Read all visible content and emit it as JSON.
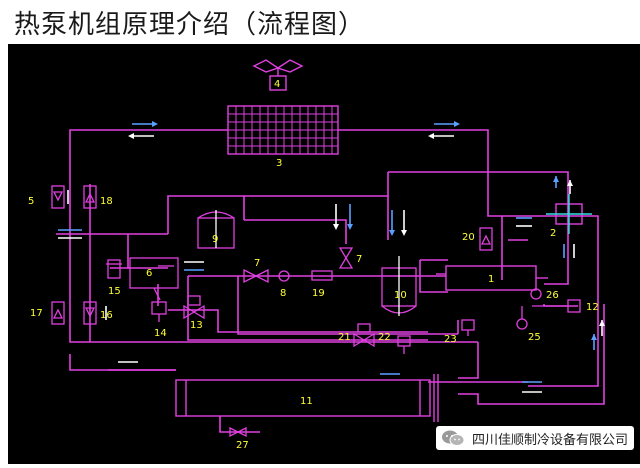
{
  "title": "热泵机组原理介绍（流程图）",
  "labels": {
    "fan": "4",
    "coil": "3",
    "c1": "1",
    "c2": "2",
    "c5": "5",
    "c6": "6",
    "c7a": "7",
    "c7b": "7",
    "c8": "8",
    "c9": "9",
    "c10": "10",
    "c11": "11",
    "c12": "12",
    "c13": "13",
    "c14": "14",
    "c15": "15",
    "c16": "16",
    "c17": "17",
    "c18": "18",
    "c19": "19",
    "c20": "20",
    "c21": "21",
    "c22": "22",
    "c23": "23",
    "c25": "25",
    "c26": "26",
    "c27": "27"
  },
  "watermark": "四川佳顺制冷设备有限公司",
  "colors": {
    "pipe": "#e040e0",
    "label": "#ffff33",
    "arrow": "#5aa0ff",
    "white": "#ffffff",
    "bg": "#000000"
  }
}
